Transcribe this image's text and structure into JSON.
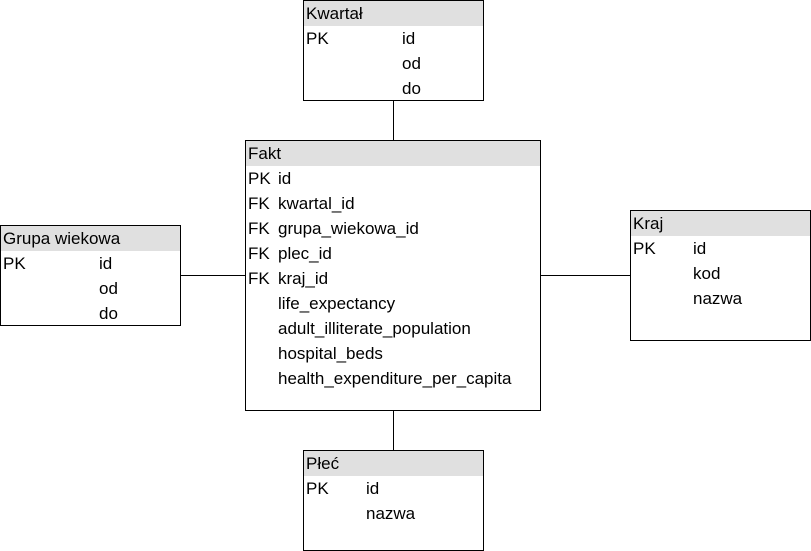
{
  "entities": {
    "kwartal": {
      "title": "Kwartał",
      "rows": [
        {
          "key": "PK",
          "field": "id"
        },
        {
          "key": "",
          "field": "od"
        },
        {
          "key": "",
          "field": "do"
        }
      ]
    },
    "fakt": {
      "title": "Fakt",
      "rows": [
        {
          "key": "PK",
          "field": "id"
        },
        {
          "key": "FK",
          "field": "kwartal_id"
        },
        {
          "key": "FK",
          "field": "grupa_wiekowa_id"
        },
        {
          "key": "FK",
          "field": "plec_id"
        },
        {
          "key": "FK",
          "field": "kraj_id"
        },
        {
          "key": "",
          "field": "life_expectancy"
        },
        {
          "key": "",
          "field": "adult_illiterate_population"
        },
        {
          "key": "",
          "field": "hospital_beds"
        },
        {
          "key": "",
          "field": "health_expenditure_per_capita"
        }
      ]
    },
    "grupa_wiekowa": {
      "title": "Grupa wiekowa",
      "rows": [
        {
          "key": "PK",
          "field": "id"
        },
        {
          "key": "",
          "field": "od"
        },
        {
          "key": "",
          "field": "do"
        }
      ]
    },
    "kraj": {
      "title": "Kraj",
      "rows": [
        {
          "key": "PK",
          "field": "id"
        },
        {
          "key": "",
          "field": "kod"
        },
        {
          "key": "",
          "field": "nazwa"
        }
      ]
    },
    "plec": {
      "title": "Płeć",
      "rows": [
        {
          "key": "PK",
          "field": "id"
        },
        {
          "key": "",
          "field": "nazwa"
        }
      ]
    }
  }
}
